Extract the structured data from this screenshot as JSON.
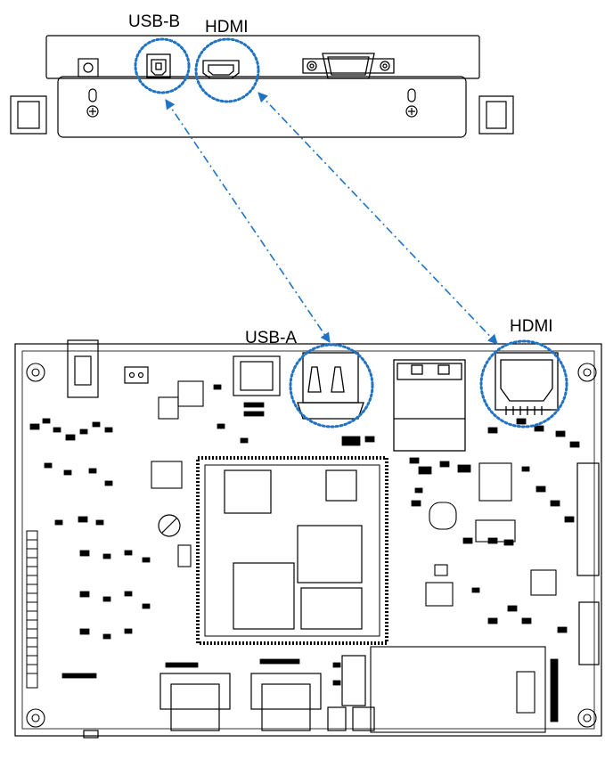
{
  "labels": {
    "usb_b": "USB-B",
    "hdmi_top": "HDMI",
    "usb_a": "USB-A",
    "hdmi_bottom": "HDMI"
  },
  "colors": {
    "callout": "#1f73c5",
    "outline": "#000000"
  },
  "connections": [
    {
      "from": "USB-B",
      "to": "USB-A"
    },
    {
      "from": "HDMI",
      "to": "HDMI"
    }
  ]
}
